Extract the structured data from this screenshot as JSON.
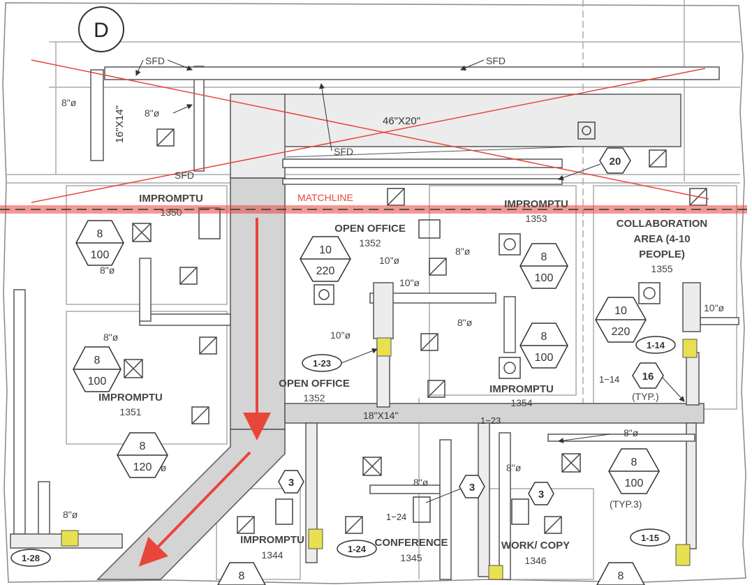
{
  "sheet": {
    "grid_bubble": "D",
    "matchline_label": "MATCHLINE",
    "colors": {
      "duct_fill": "#d4d4d4",
      "linework": "#555555",
      "redline": "#e8463a",
      "unit_fill": "#e8e050",
      "paper": "#ffffff"
    }
  },
  "labels": {
    "sfd_1": "SFD",
    "sfd_2": "SFD",
    "sfd_3": "SFD",
    "sfd_4": "SFD",
    "main_duct": "46\"X20\"",
    "duct_16x14": "16\"X14\"",
    "duct_18x14": "18\"X14\"",
    "d8_a": "8\"ø",
    "d8_b": "8\"ø",
    "d8_c": "8\"ø",
    "d8_d": "8\"ø",
    "d8_e": "8\"ø",
    "d8_f": "8\"ø",
    "d8_g": "8\"ø",
    "d8_h": "8\"ø",
    "d8_i": "8\"ø",
    "d8_j": "8\"ø",
    "d8_k": "8\"ø",
    "d10_a": "10\"ø",
    "d10_b": "10\"ø",
    "d10_c": "10\"ø",
    "d10_d": "10\"ø",
    "tag_1_14": "1−14",
    "tag_1_23": "1−23",
    "tag_1_24": "1−24",
    "typ": "(TYP.)",
    "typ3": "(TYP.3)"
  },
  "rooms": [
    {
      "name": "IMPROMPTU",
      "number": "1350"
    },
    {
      "name": "IMPROMPTU",
      "number": "1353"
    },
    {
      "name": "OPEN OFFICE",
      "number": "1352"
    },
    {
      "name": "COLLABORATION",
      "name2": "AREA (4-10",
      "name3": "PEOPLE)",
      "number": "1355"
    },
    {
      "name": "IMPROMPTU",
      "number": "1351"
    },
    {
      "name": "OPEN OFFICE",
      "number": "1352"
    },
    {
      "name": "IMPROMPTU",
      "number": "1354"
    },
    {
      "name": "IMPROMPTU",
      "number": "1344"
    },
    {
      "name": "CONFERENCE",
      "number": "1345"
    },
    {
      "name": "WORK/ COPY",
      "number": "1346"
    }
  ],
  "diffuser_tags": [
    {
      "size": "8",
      "cfm": "100"
    },
    {
      "size": "10",
      "cfm": "220"
    },
    {
      "size": "8",
      "cfm": "100"
    },
    {
      "size": "8",
      "cfm": "100"
    },
    {
      "size": "10",
      "cfm": "220"
    },
    {
      "size": "8",
      "cfm": "100"
    },
    {
      "size": "8",
      "cfm": "120"
    },
    {
      "size": "8",
      "cfm": "100"
    },
    {
      "size": "8",
      "cfm": ""
    },
    {
      "size": "8",
      "cfm": ""
    }
  ],
  "unit_tags": [
    "1-23",
    "1-14",
    "1-28",
    "1-24",
    "1-15"
  ],
  "keynotes": [
    "20",
    "16",
    "3",
    "3",
    "3"
  ]
}
